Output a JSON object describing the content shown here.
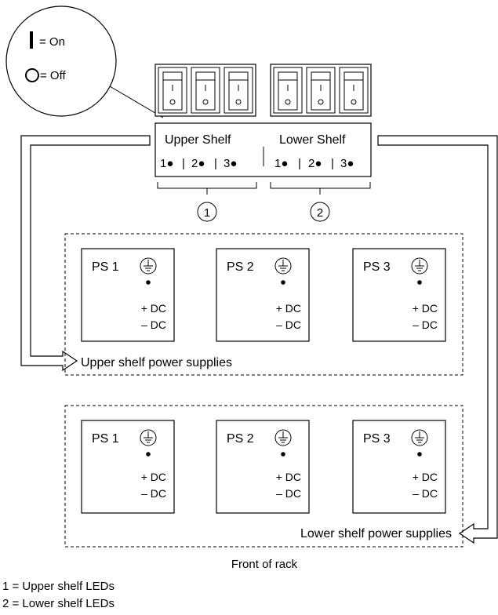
{
  "legend_bubble": {
    "on_label": "= On",
    "off_label": "= Off"
  },
  "switch_panel": {
    "upper_shelf_label": "Upper Shelf",
    "lower_shelf_label": "Lower Shelf",
    "upper_leds": [
      "1●",
      "|",
      "2●",
      "|",
      "3●"
    ],
    "lower_leds": [
      "1●",
      "|",
      "2●",
      "|",
      "3●"
    ],
    "callout_1": "1",
    "callout_2": "2"
  },
  "upper_shelf": {
    "caption": "Upper shelf power supplies",
    "supplies": [
      {
        "label": "PS 1",
        "plus": "+ DC",
        "minus": "– DC"
      },
      {
        "label": "PS 2",
        "plus": "+ DC",
        "minus": "– DC"
      },
      {
        "label": "PS 3",
        "plus": "+ DC",
        "minus": "– DC"
      }
    ]
  },
  "lower_shelf": {
    "caption": "Lower shelf power supplies",
    "supplies": [
      {
        "label": "PS 1",
        "plus": "+ DC",
        "minus": "– DC"
      },
      {
        "label": "PS 2",
        "plus": "+ DC",
        "minus": "– DC"
      },
      {
        "label": "PS 3",
        "plus": "+ DC",
        "minus": "– DC"
      }
    ]
  },
  "footer": {
    "front_label": "Front of rack",
    "note_1": "1 = Upper shelf LEDs",
    "note_2": "2 = Lower shelf LEDs"
  },
  "colors": {
    "line": "#000000",
    "background": "#ffffff"
  }
}
